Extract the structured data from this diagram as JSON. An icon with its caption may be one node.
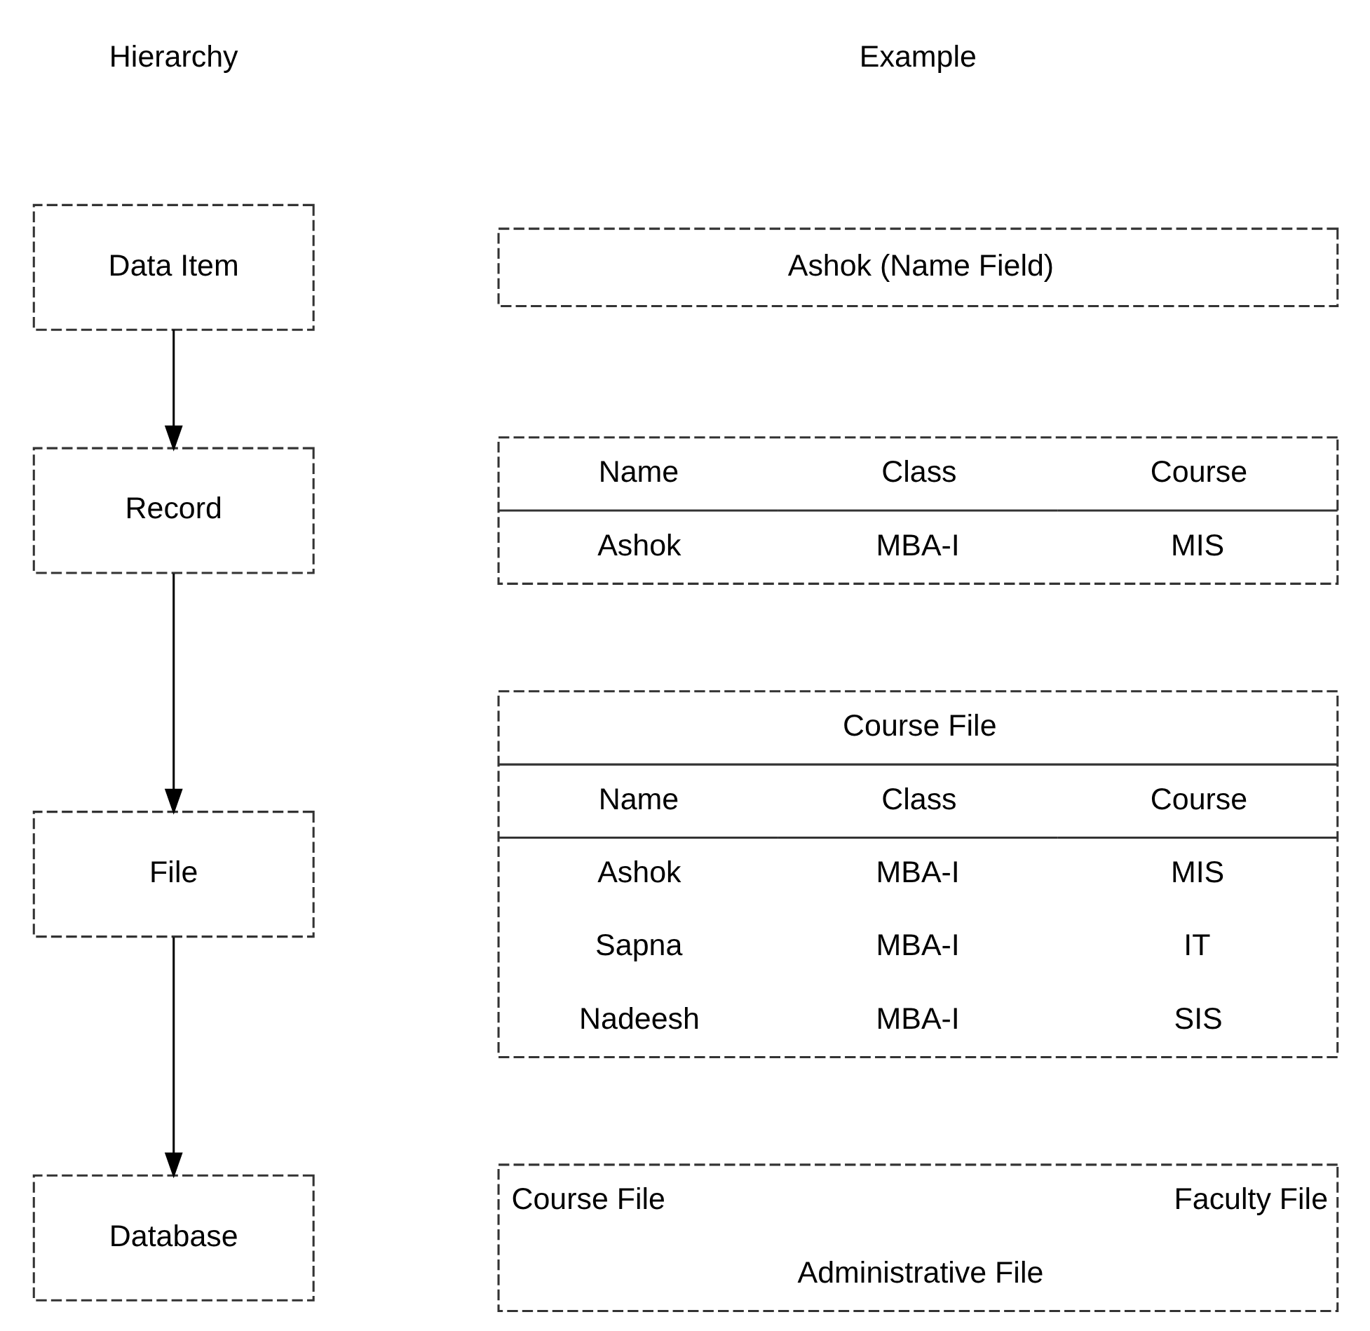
{
  "diagram": {
    "nodes": [
      {
        "text": [
          "Data Item"
        ]
      },
      {
        "text": [
          "Record"
        ]
      },
      {
        "text": [
          "File"
        ]
      },
      {
        "text": [
          "Database"
        ]
      },
      {
        "text": [
          "Ashok (Name Field)"
        ]
      },
      {
        "text": [
          "Name",
          "Class",
          "Course",
          "Ashok",
          "MBA-I",
          "MIS"
        ]
      },
      {
        "text": [
          "Course File",
          "Name",
          "Class",
          "Course",
          "Ashok",
          "MBA-I",
          "MIS",
          "Sapna",
          "MBA-I",
          "IT",
          "Nadeesh",
          "MBA-I",
          "SIS"
        ]
      },
      {
        "text": [
          "Course File",
          "Faculty File",
          "Administrative File"
        ]
      }
    ],
    "edges": [
      {
        "from": 0,
        "to": 1,
        "arrow": "to"
      },
      {
        "from": 1,
        "to": 2,
        "arrow": "to"
      },
      {
        "from": 2,
        "to": 3,
        "arrow": "to"
      }
    ],
    "labels": [
      "Hierarchy",
      "Example"
    ]
  }
}
